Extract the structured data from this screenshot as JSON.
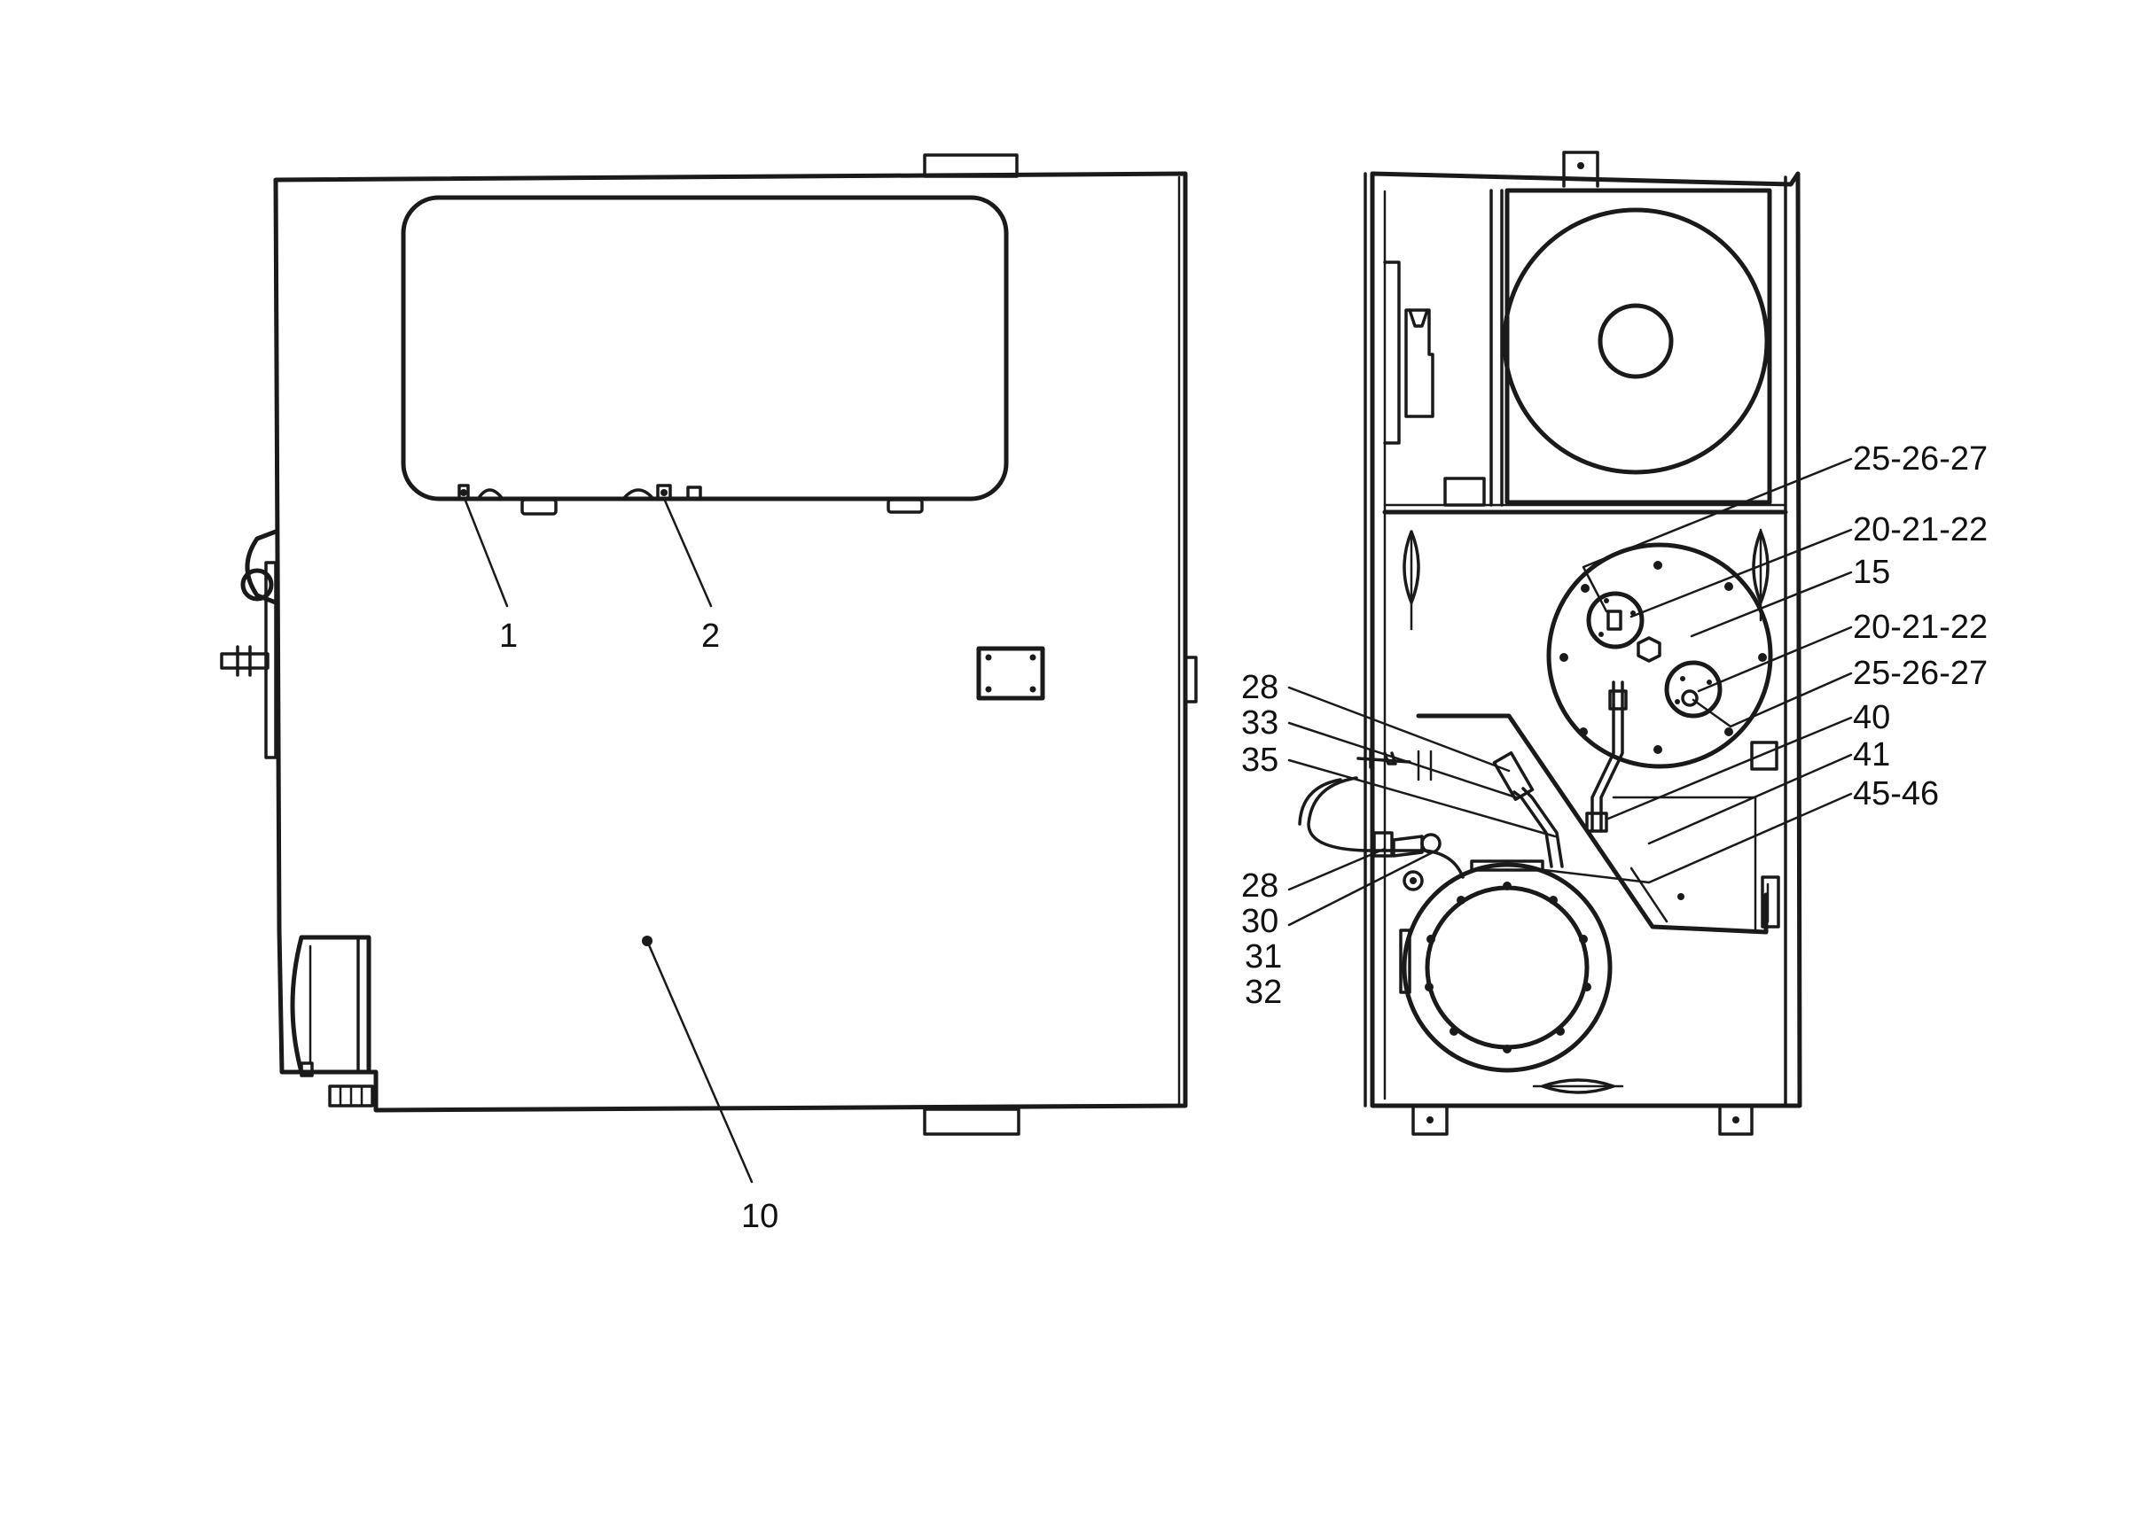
{
  "callouts": {
    "left_view": {
      "item_1": "1",
      "item_2": "2",
      "item_10": "10"
    },
    "right_view": {
      "item_25_26_27_upper": "25-26-27",
      "item_20_21_22_upper": "20-21-22",
      "item_15": "15",
      "item_20_21_22_lower": "20-21-22",
      "item_25_26_27_lower": "25-26-27",
      "item_40": "40",
      "item_41": "41",
      "item_45_46": "45-46",
      "item_28_upper": "28",
      "item_33": "33",
      "item_35": "35",
      "item_28_lower": "28",
      "item_30": "30",
      "item_31": "31",
      "item_32": "32"
    }
  },
  "colors": {
    "line": "#1a1a1a",
    "background": "#ffffff"
  }
}
